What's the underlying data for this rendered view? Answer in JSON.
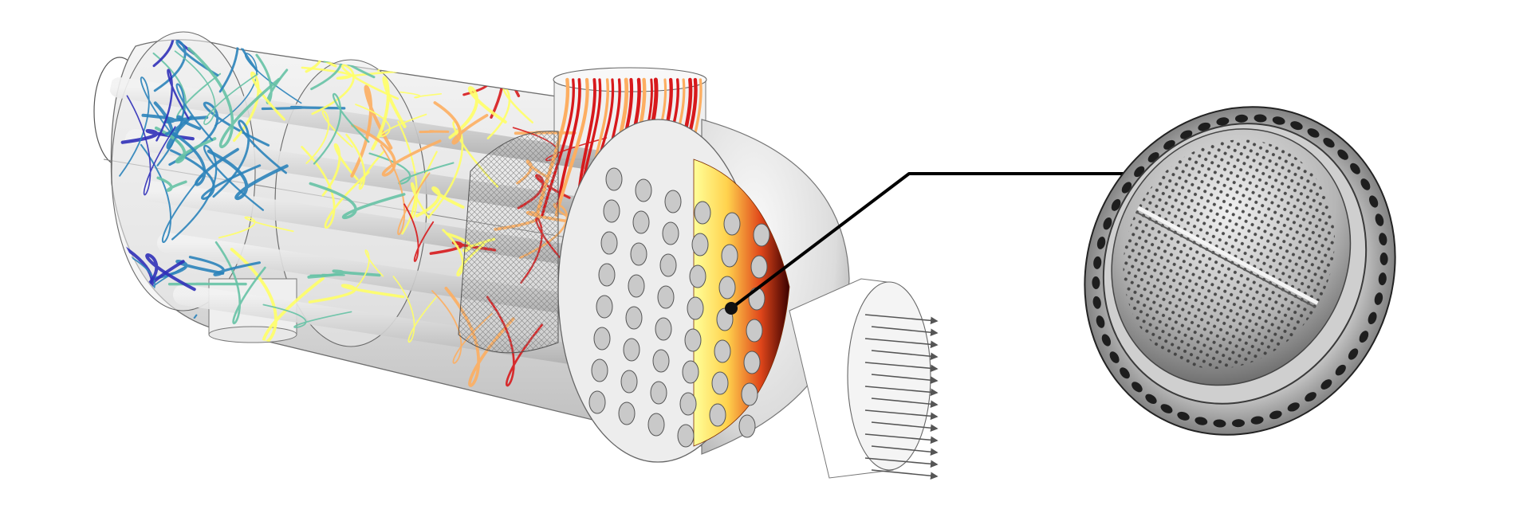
{
  "figure": {
    "caption_text": "",
    "colors": {
      "background": "#ffffff",
      "shell": "#e6e6e6",
      "shell_edge": "#7a7a7a",
      "tube": "#d4d4d4",
      "flow_hot": "#d7191c",
      "flow_warm": "#fdae61",
      "flow_mid": "#ffff66",
      "flow_cool": "#66c2a5",
      "flow_cold": "#2b83ba",
      "flow_coldest": "#3030b8",
      "callout_line": "#000000",
      "plate_metal": "#b8b8b8"
    },
    "icons": [
      "heat-exchanger-model",
      "tube-sheet-photo",
      "callout-connector"
    ]
  }
}
